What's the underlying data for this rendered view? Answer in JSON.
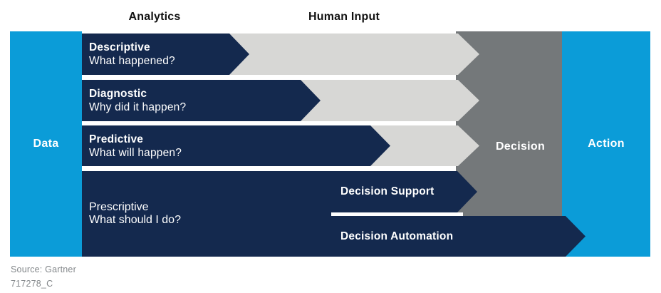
{
  "header": {
    "analytics": "Analytics",
    "human_input": "Human Input"
  },
  "columns": {
    "data": "Data",
    "decision": "Decision",
    "action": "Action"
  },
  "analytics_stages": [
    {
      "title": "Descriptive",
      "question": "What happened?"
    },
    {
      "title": "Diagnostic",
      "question": "Why did it happen?"
    },
    {
      "title": "Predictive",
      "question": "What will happen?"
    },
    {
      "title": "Prescriptive",
      "question": "What should I do?"
    }
  ],
  "decision_modes": [
    {
      "label": "Decision Support"
    },
    {
      "label": "Decision Automation"
    }
  ],
  "footer": {
    "source": "Source: Gartner",
    "figure_id": "717278_C"
  },
  "colors": {
    "navy": "#14294e",
    "bright-blue": "#0b9cd8",
    "light-gray": "#d7d7d5",
    "dark-gray": "#74787a",
    "footer-gray": "#83878a",
    "label-black": "#111111"
  }
}
